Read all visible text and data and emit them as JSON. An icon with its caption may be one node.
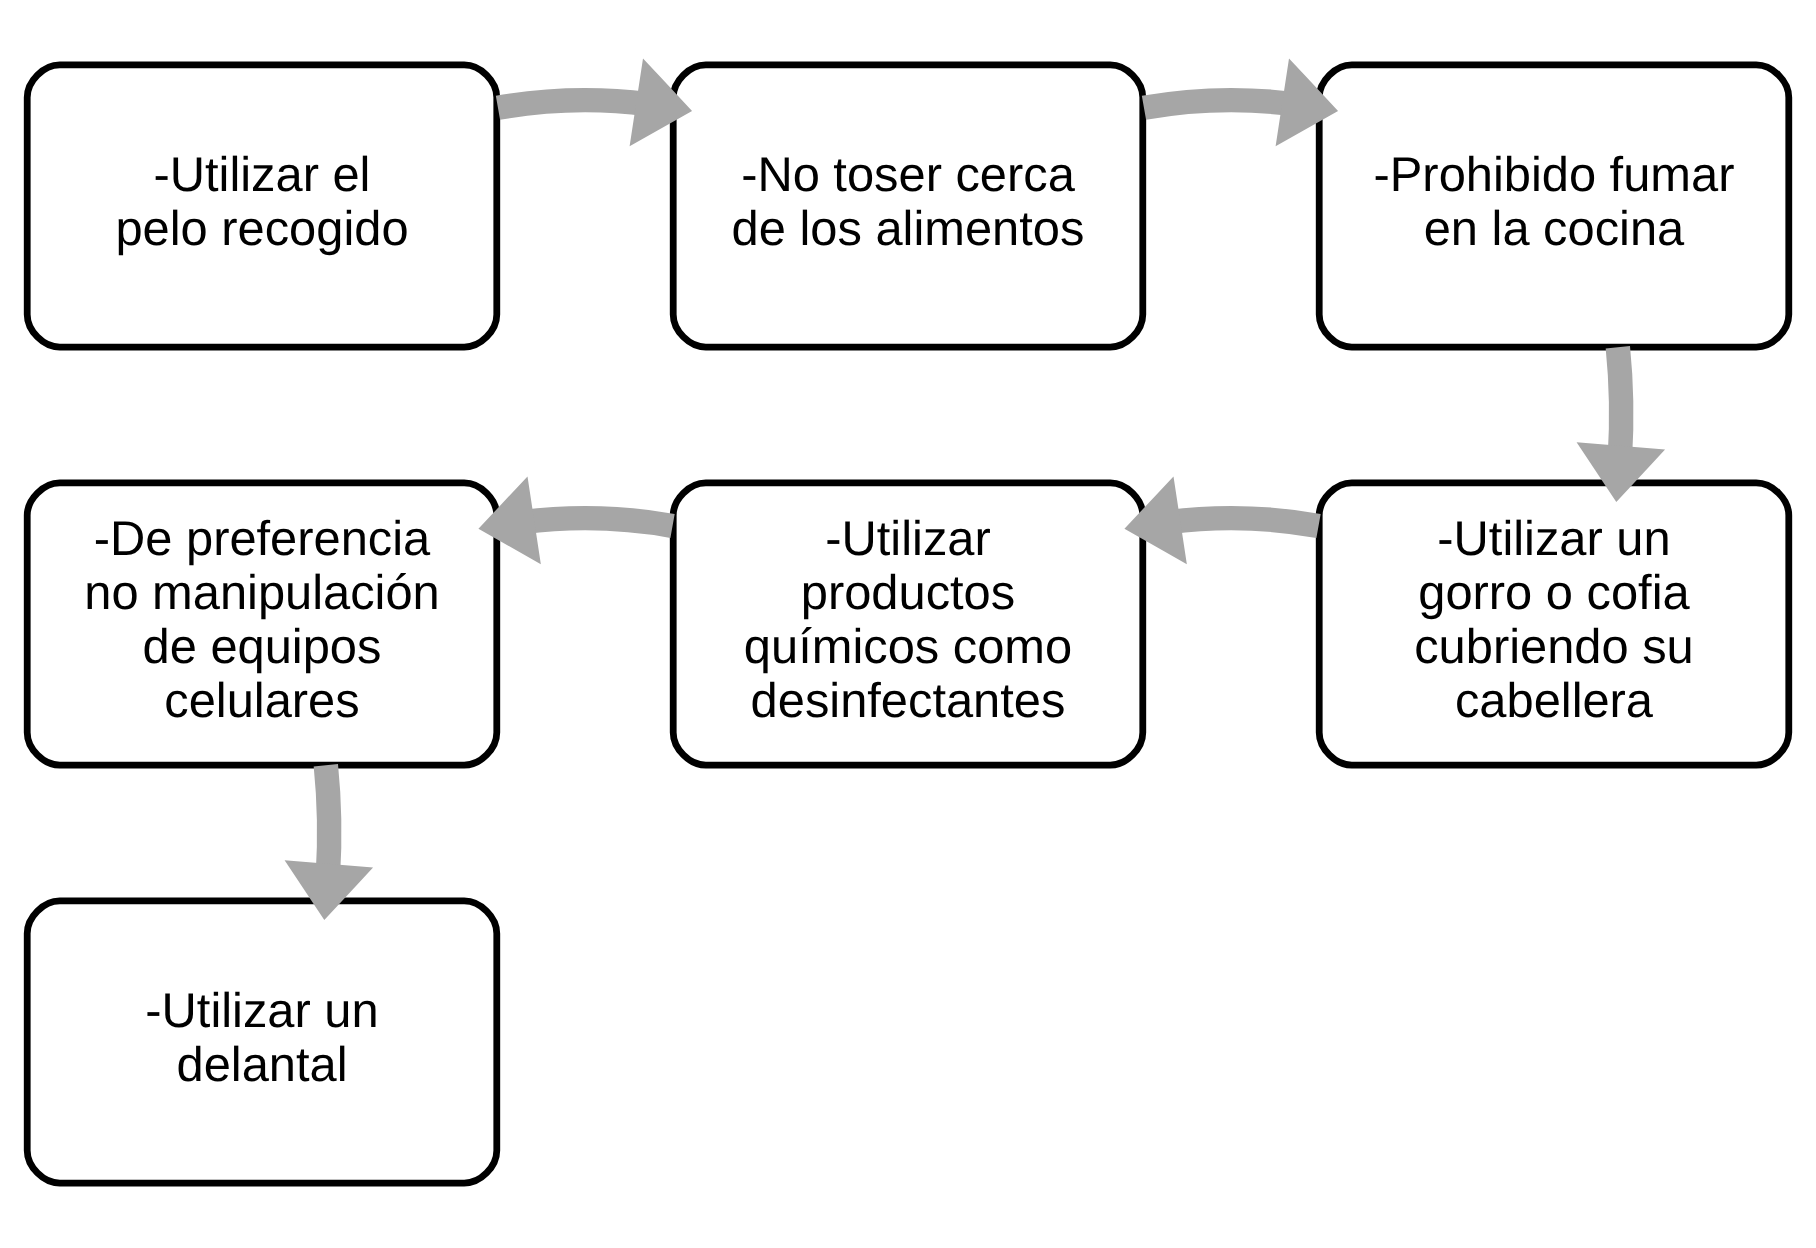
{
  "diagram": {
    "nodes": [
      {
        "text": [
          "-Utilizar el pelo recogido"
        ]
      },
      {
        "text": [
          "-No toser cerca de los alimentos"
        ]
      },
      {
        "text": [
          "-Prohibido fumar en la cocina"
        ]
      },
      {
        "text": [
          "-Utilizar un gorro o cofia cubriendo su cabellera"
        ]
      },
      {
        "text": [
          "-Utilizar productos químicos como desinfectantes"
        ]
      },
      {
        "text": [
          "-De preferencia no manipulación de equipos celulares"
        ]
      },
      {
        "text": [
          "-Utilizar un delantal"
        ]
      }
    ],
    "edges": [
      {
        "from": 0,
        "to": 1,
        "arrow": "to"
      },
      {
        "from": 1,
        "to": 2,
        "arrow": "to"
      },
      {
        "from": 2,
        "to": 3,
        "arrow": "to"
      },
      {
        "from": 3,
        "to": 4,
        "arrow": "to"
      },
      {
        "from": 4,
        "to": 5,
        "arrow": "to"
      },
      {
        "from": 5,
        "to": 6,
        "arrow": "to"
      }
    ]
  }
}
